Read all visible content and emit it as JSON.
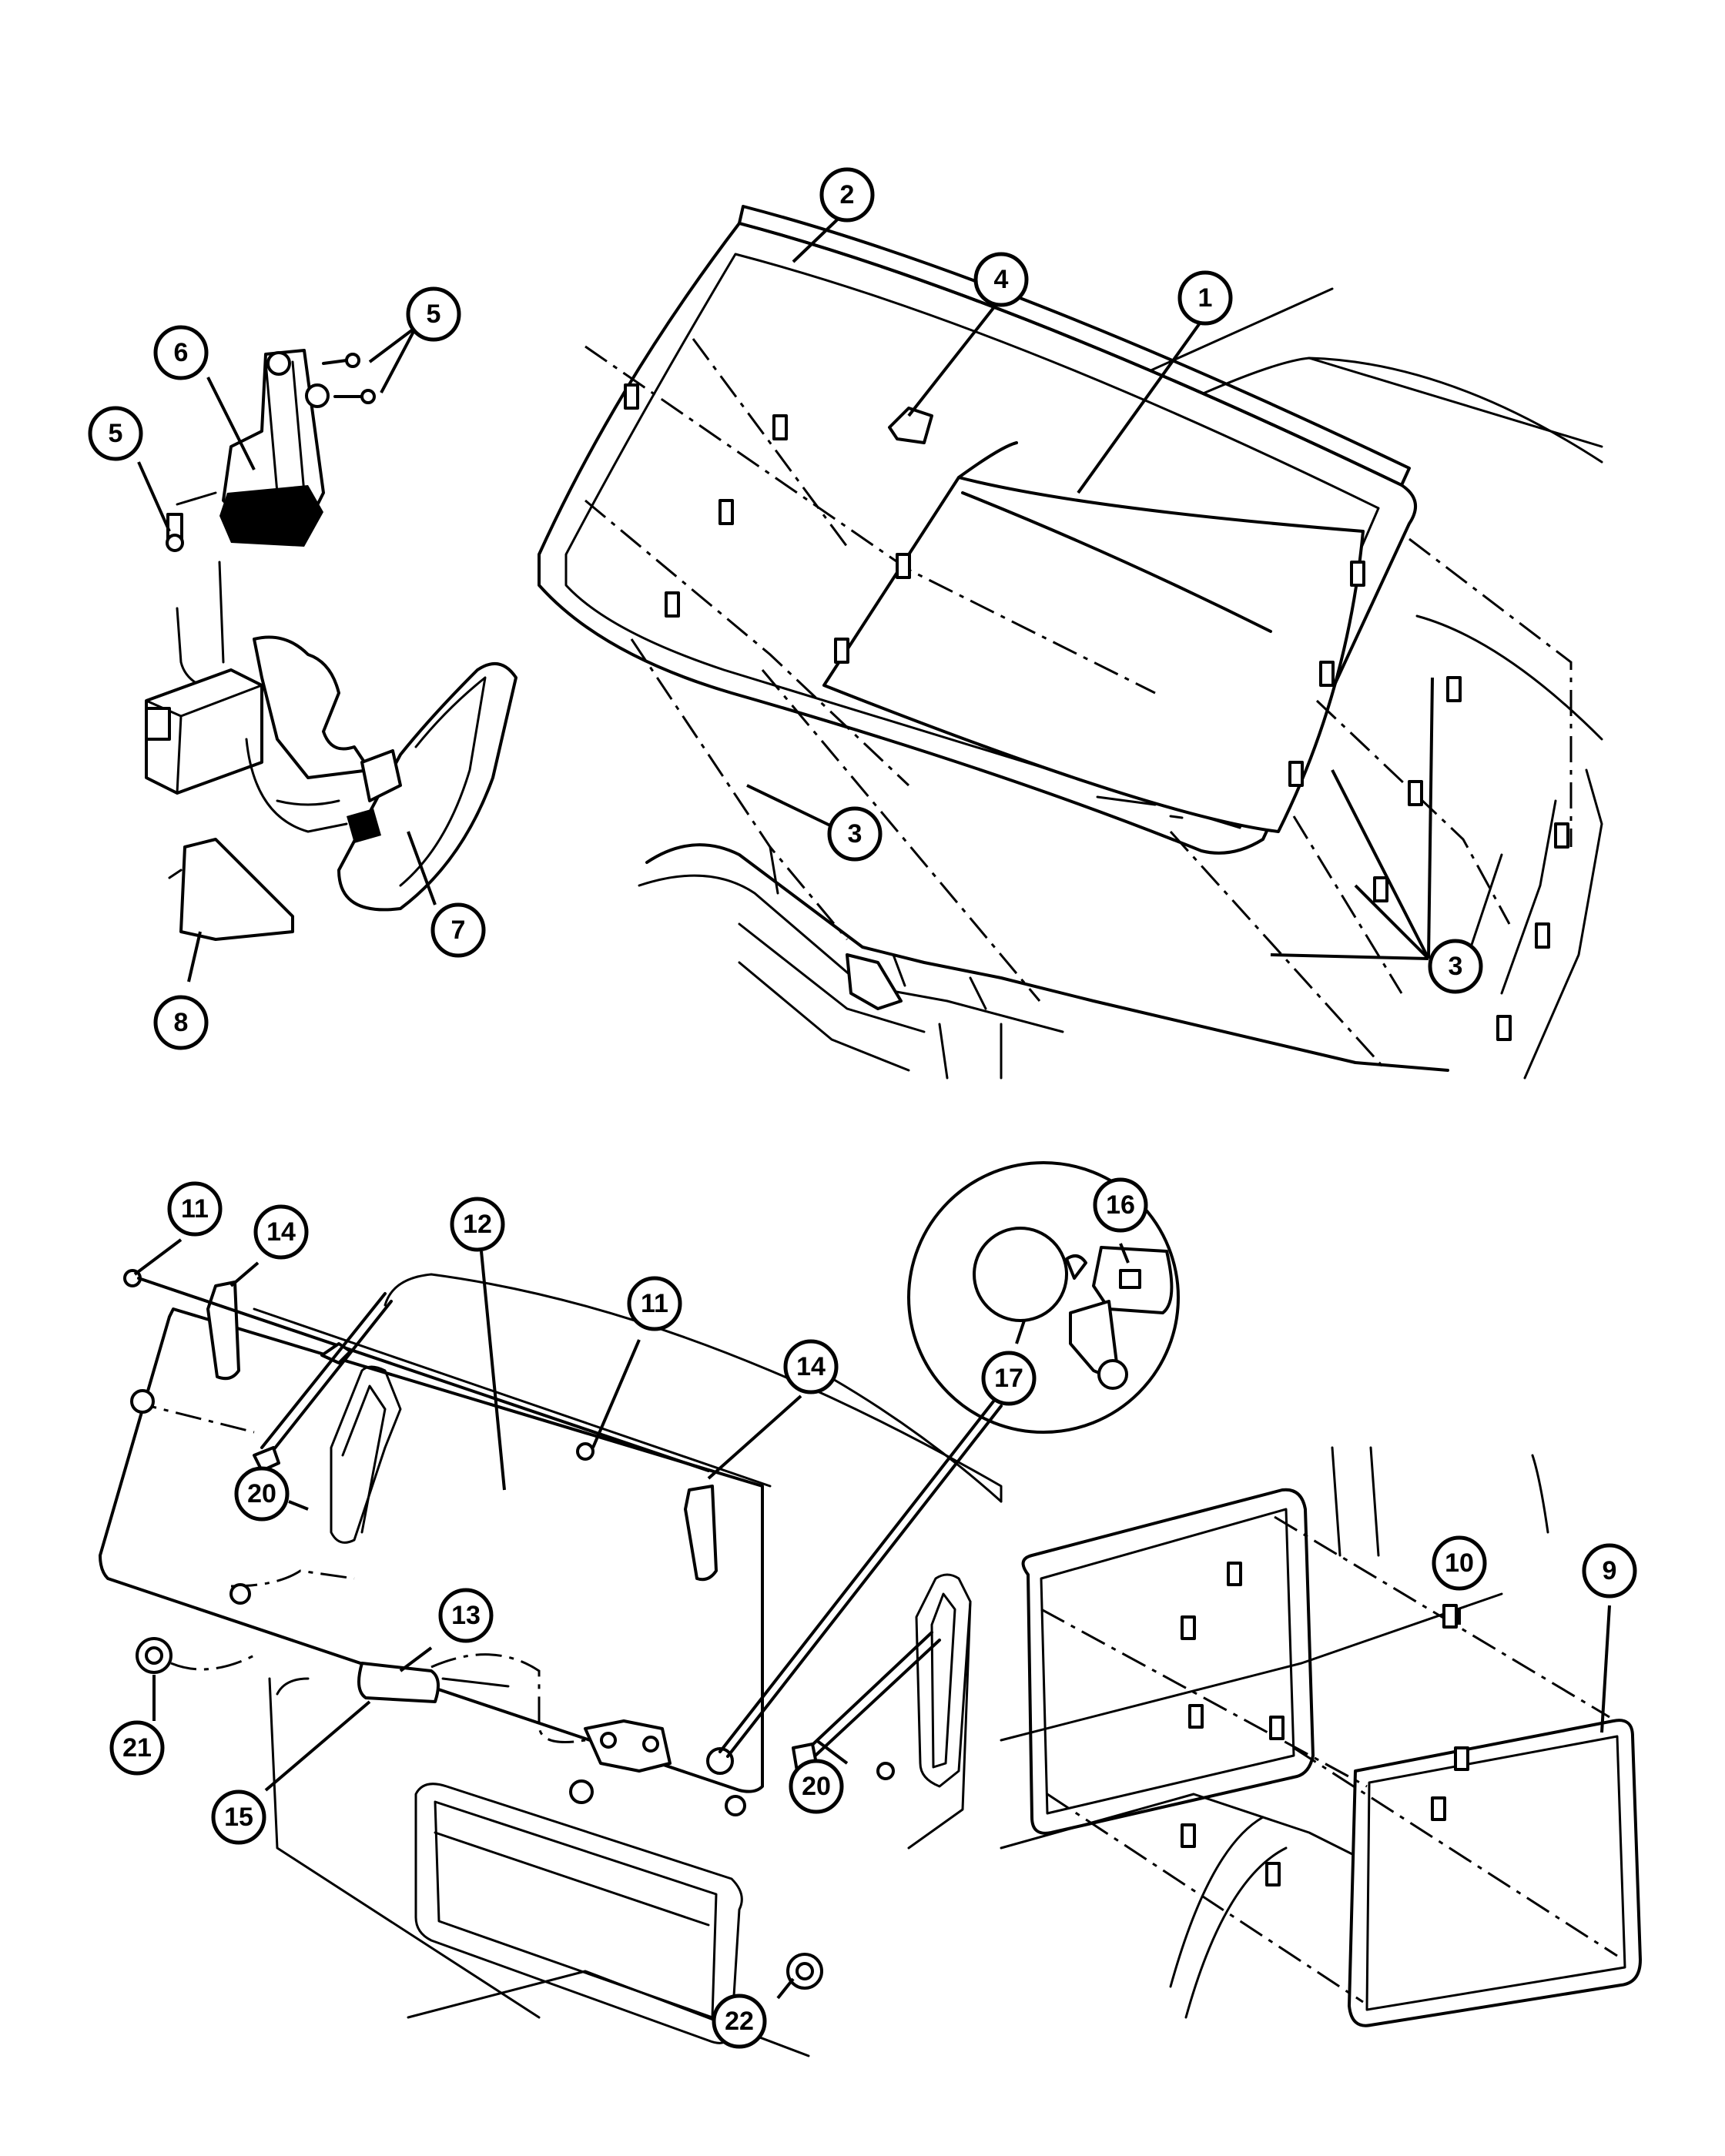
{
  "callouts": [
    {
      "id": "c1",
      "label": "1"
    },
    {
      "id": "c2",
      "label": "2"
    },
    {
      "id": "c3a",
      "label": "3"
    },
    {
      "id": "c3b",
      "label": "3"
    },
    {
      "id": "c4",
      "label": "4"
    },
    {
      "id": "c5a",
      "label": "5"
    },
    {
      "id": "c5b",
      "label": "5"
    },
    {
      "id": "c6",
      "label": "6"
    },
    {
      "id": "c7",
      "label": "7"
    },
    {
      "id": "c8",
      "label": "8"
    },
    {
      "id": "c9",
      "label": "9"
    },
    {
      "id": "c10",
      "label": "10"
    },
    {
      "id": "c11a",
      "label": "11"
    },
    {
      "id": "c11b",
      "label": "11"
    },
    {
      "id": "c12",
      "label": "12"
    },
    {
      "id": "c13",
      "label": "13"
    },
    {
      "id": "c14a",
      "label": "14"
    },
    {
      "id": "c14b",
      "label": "14"
    },
    {
      "id": "c15",
      "label": "15"
    },
    {
      "id": "c16",
      "label": "16"
    },
    {
      "id": "c17",
      "label": "17"
    },
    {
      "id": "c20a",
      "label": "20"
    },
    {
      "id": "c20b",
      "label": "20"
    },
    {
      "id": "c21",
      "label": "21"
    },
    {
      "id": "c22",
      "label": "22"
    }
  ]
}
